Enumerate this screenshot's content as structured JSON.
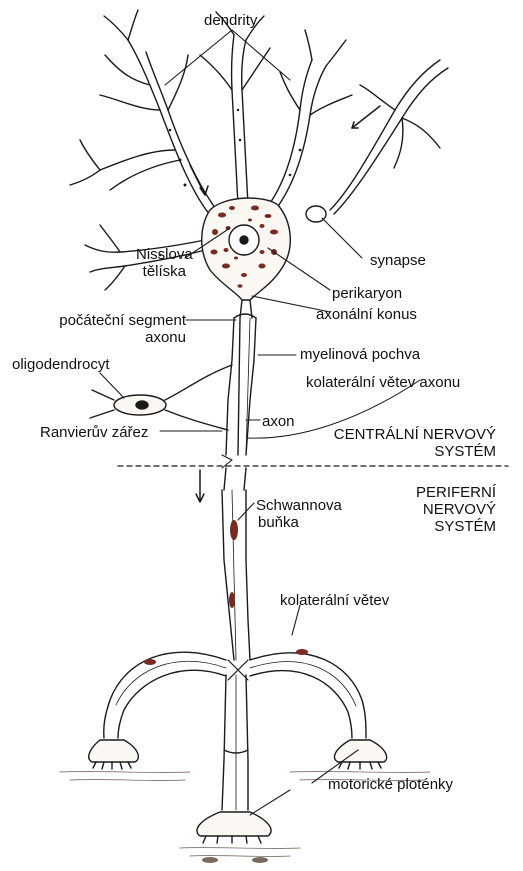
{
  "labels": {
    "dendrity": "dendrity",
    "nissl_line1": "Nisslova",
    "nissl_line2": "tělíska",
    "synapse": "synapse",
    "perikaryon": "perikaryon",
    "axonal_cone": "axonální konus",
    "initial_segment_line1": "počáteční segment",
    "initial_segment_line2": "axonu",
    "oligodendrocyte": "oligodendrocyt",
    "myelin": "myelinová pochva",
    "axon_collateral": "kolaterální větev  axonu",
    "axon": "axon",
    "ranvier": "Ranvierův zářez",
    "cns_line1": "CENTRÁLNÍ NERVOVÝ",
    "cns_line2": "SYSTÉM",
    "pns_line1": "PERIFERNÍ",
    "pns_line2": "NERVOVÝ",
    "pns_line3": "SYSTÉM",
    "schwann_line1": "Schwannova",
    "schwann_line2": "buňka",
    "collateral_branch": "kolaterální větev",
    "motor_plates": "motorické ploténky"
  },
  "colors": {
    "ink": "#1a1a1a",
    "nissl": "#7a2a1e",
    "myelin_fill": "#f4f0ea",
    "tissue": "#d8d2c8"
  }
}
